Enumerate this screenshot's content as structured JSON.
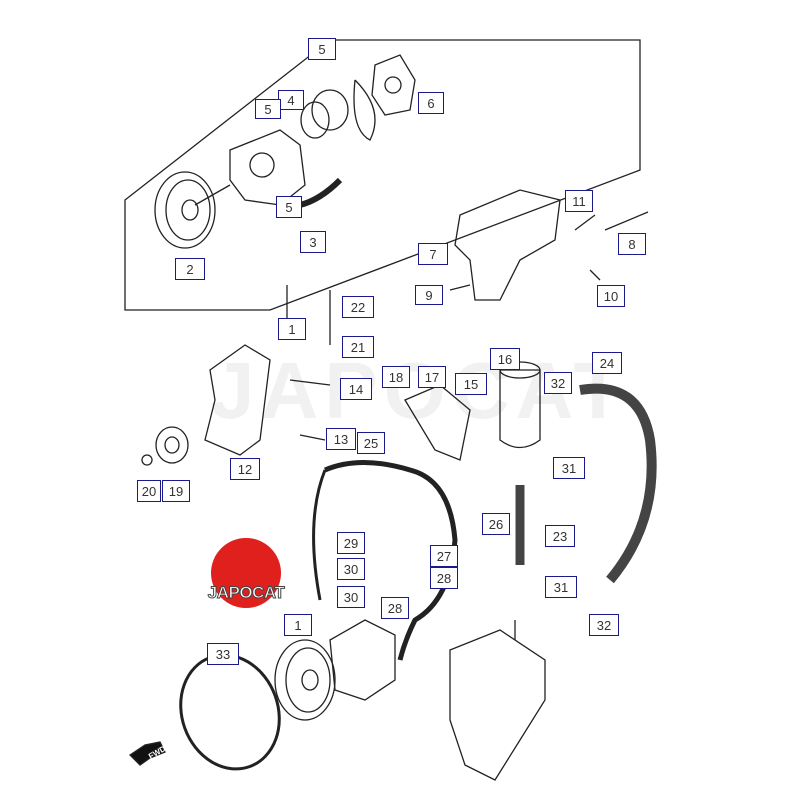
{
  "watermark": "JAPOCAT",
  "logo": {
    "text": "JAPOCAT",
    "color": "#e0201c"
  },
  "direction_marker": "FWD",
  "callouts": [
    "5",
    "4",
    "5",
    "6",
    "5",
    "3",
    "2",
    "1",
    "11",
    "7",
    "8",
    "9",
    "10",
    "22",
    "21",
    "14",
    "18",
    "17",
    "16",
    "15",
    "32",
    "24",
    "13",
    "25",
    "12",
    "20",
    "19",
    "31",
    "26",
    "23",
    "29",
    "27",
    "30",
    "28",
    "30",
    "28",
    "31",
    "32",
    "1",
    "33"
  ],
  "colors": {
    "callout_border": "#1a1a8c",
    "line": "#222222"
  }
}
